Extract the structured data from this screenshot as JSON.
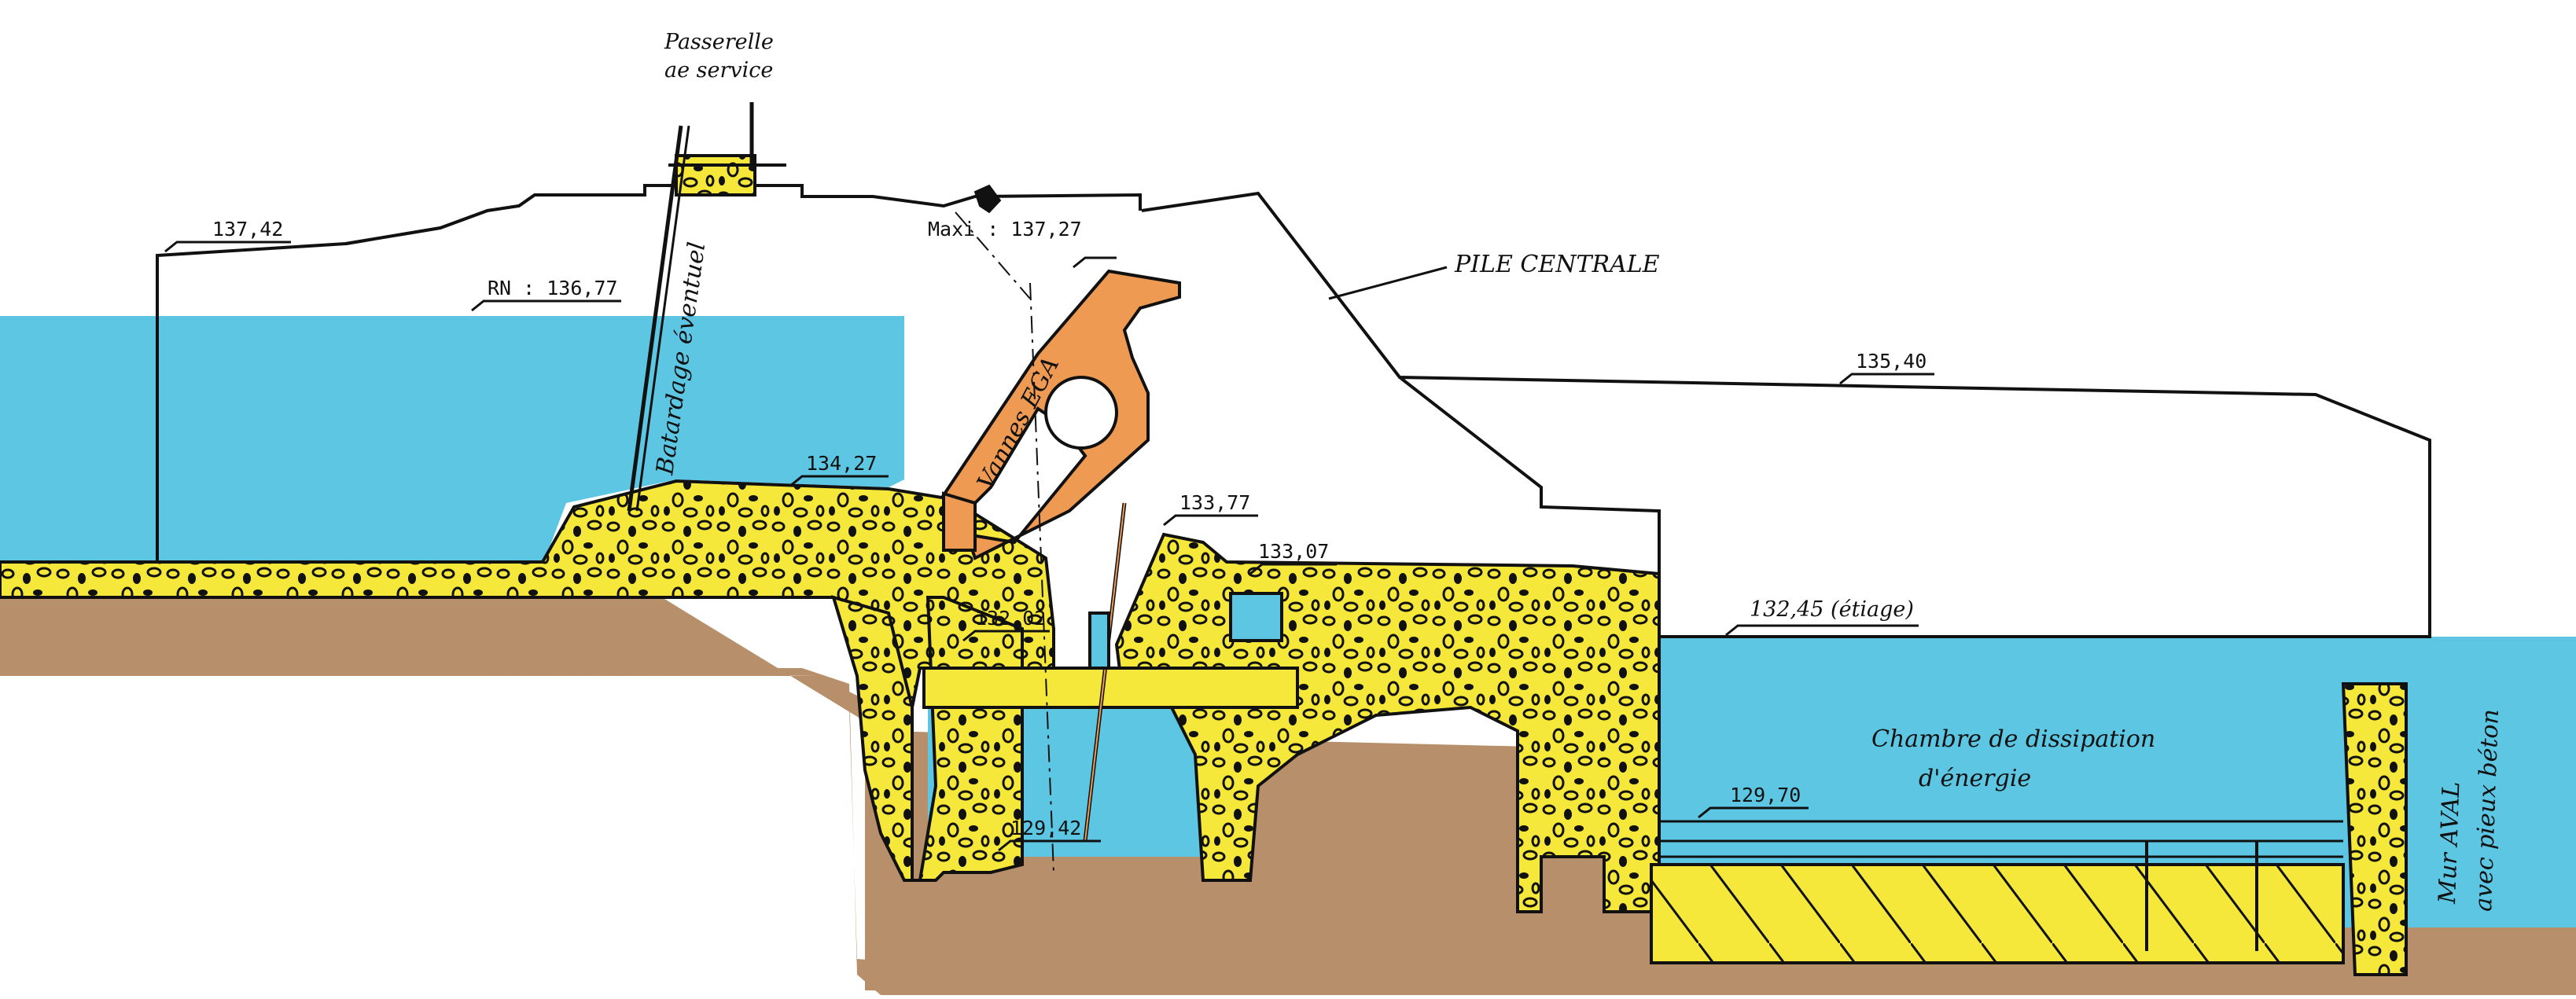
{
  "diagram": {
    "colors": {
      "water": "#5cc6e3",
      "concrete": "#f5e83b",
      "soil": "#b78f6a",
      "gate": "#ef9a52",
      "line": "#111111",
      "paper": "#ffffff",
      "pile": "#f6f8f8"
    },
    "labels": {
      "passerelle_line1": "Passerelle",
      "passerelle_line2": "ae service",
      "level_crest": "137,42",
      "level_rn": "RN : 136,77",
      "level_maxi": "Maxi : 137,27",
      "pile_centrale": "PILE CENTRALE",
      "level_pile_top": "135,40",
      "batardage": "Batardage éventuel",
      "vannes": "Vannes EGA",
      "level_sill": "134,27",
      "level_133_77": "133,77",
      "level_133_07": "133,07",
      "level_132_02": "132,02",
      "level_etiage": "132,45 (étiage)",
      "chambre_line1": "Chambre de dissipation",
      "chambre_line2": "d'énergie",
      "level_129_70": "129,70",
      "level_129_42": "129,42",
      "mur_line1": "Mur AVAL",
      "mur_line2": "avec pieux béton"
    }
  }
}
